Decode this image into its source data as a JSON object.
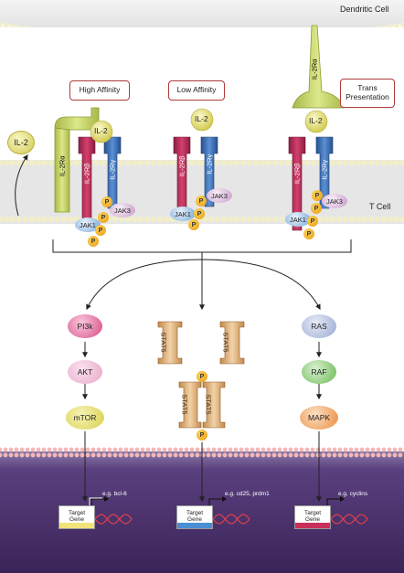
{
  "labels": {
    "dendritic_cell": "Dendritic Cell",
    "t_cell": "T Cell",
    "il2_free": "IL-2"
  },
  "complexes": [
    {
      "title": "High Affinity",
      "il2": "IL-2",
      "alpha": "IL-2Rα",
      "beta": "IL-2Rβ",
      "gamma": "IL-2Rγ",
      "jak1": "JAK1",
      "jak3": "JAK3",
      "p": "P"
    },
    {
      "title": "Low Affinity",
      "il2": "IL-2",
      "beta": "IL-2Rβ",
      "gamma": "IL-2Rγ",
      "jak1": "JAK1",
      "jak3": "JAK3",
      "p": "P"
    },
    {
      "title": "Trans Presentation",
      "title_line1": "Trans",
      "title_line2": "Presentation",
      "il2": "IL-2",
      "alpha": "IL-2Rα",
      "beta": "IL-2Rβ",
      "gamma": "IL-2Rγ",
      "jak1": "JAK1",
      "jak3": "JAK3",
      "p": "P"
    }
  ],
  "pathways": {
    "left": [
      "PI3k",
      "AKT",
      "mTOR"
    ],
    "middle": {
      "stat": "STAT5",
      "p": "P"
    },
    "right": [
      "RAS",
      "RAF",
      "MAPK"
    ]
  },
  "genes": [
    {
      "line1": "Target",
      "line2": "Gene",
      "example": "e.g. bcl-6",
      "color": "#f2e37a"
    },
    {
      "line1": "Target",
      "line2": "Gene",
      "example": "e.g. cd25, prdm1",
      "color": "#4a8ed4"
    },
    {
      "line1": "Target",
      "line2": "Gene",
      "example": "e.g. cyclins",
      "color": "#c8305a"
    }
  ],
  "colors": {
    "beta": "#c8305a",
    "gamma": "#3f71b8",
    "alpha": "#c9d96a",
    "il2": "#e7e27a",
    "membrane": "#e8a7a4",
    "nucleus": "#4a2f6e"
  }
}
